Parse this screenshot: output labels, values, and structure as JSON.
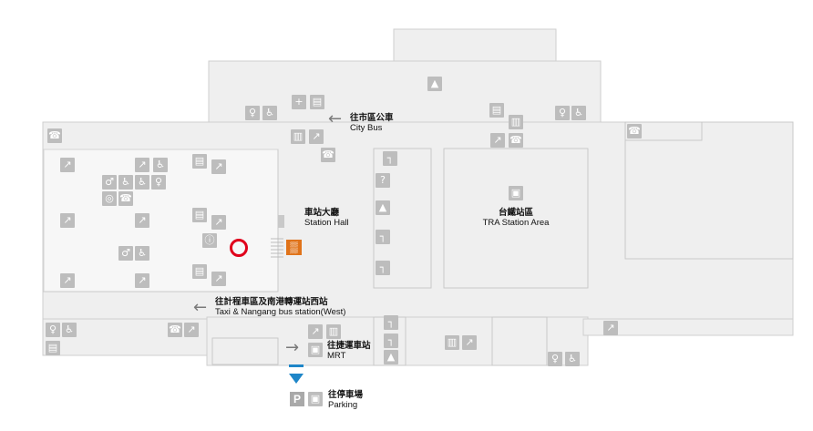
{
  "labels": {
    "city_bus": {
      "zh": "往市區公車",
      "en": "City Bus"
    },
    "station_hall": {
      "zh": "車站大廳",
      "en": "Station Hall"
    },
    "tra_area": {
      "zh": "台鐵站區",
      "en": "TRA Station Area"
    },
    "taxi_west": {
      "zh": "往計程車區及南港轉運站西站",
      "en": "Taxi & Nangang bus station(West)"
    },
    "mrt": {
      "zh": "往捷運車站",
      "en": "MRT"
    },
    "parking": {
      "zh": "往停車場",
      "en": "Parking"
    }
  },
  "arrows": {
    "left": "←",
    "right": "→"
  },
  "parking_symbol": "P",
  "colors": {
    "floor": "#efefef",
    "hall_floor": "#f7f7f7",
    "wall": "#c9c9c9",
    "icon": "#bdbdbd",
    "you_are_here": "#e0001b",
    "gate_highlight": "#e0731a",
    "parking_direction": "#1e86c8"
  },
  "icons": {
    "types": [
      "toilet-icon",
      "accessible-toilet-icon",
      "escalator-icon",
      "elevator-icon",
      "phone-icon",
      "wifi-icon",
      "info-icon",
      "first-aid-icon",
      "nursing-room-icon",
      "ticket-machine-icon",
      "stairs-icon",
      "gate-icon",
      "bus-icon",
      "train-icon"
    ]
  }
}
